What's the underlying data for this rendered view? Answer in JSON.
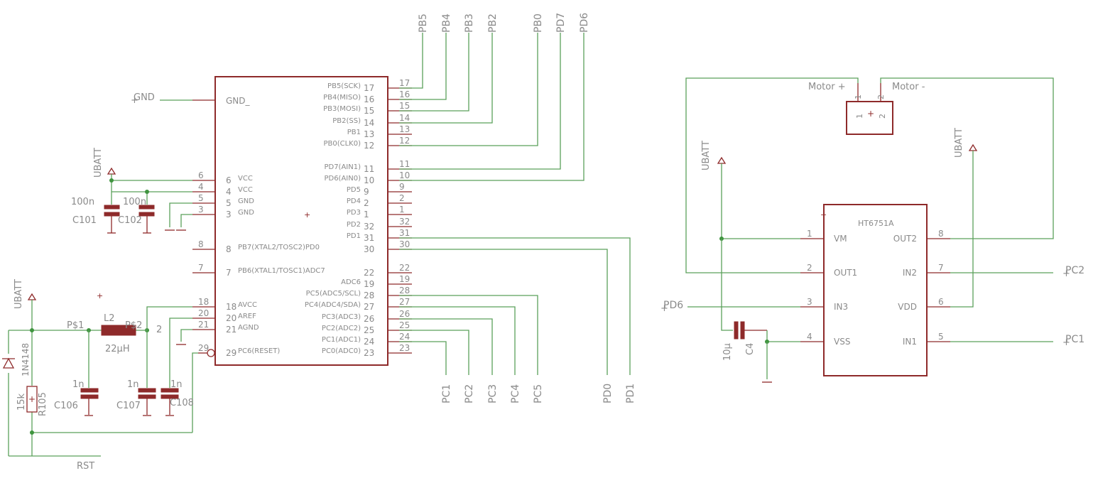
{
  "mcu": {
    "gnd_label": "GND_",
    "left_pins": [
      {
        "num": "6",
        "name": "VCC"
      },
      {
        "num": "4",
        "name": "VCC"
      },
      {
        "num": "5",
        "name": "GND"
      },
      {
        "num": "3",
        "name": "GND"
      },
      {
        "num": "8",
        "name": "PB7(XTAL2/TOSC2)PD0"
      },
      {
        "num": "7",
        "name": "PB6(XTAL1/TOSC1)ADC7"
      },
      {
        "num": "18",
        "name": "AVCC"
      },
      {
        "num": "20",
        "name": "AREF"
      },
      {
        "num": "21",
        "name": "AGND"
      },
      {
        "num": "29",
        "name": "PC6(RESET)"
      }
    ],
    "right_pins": [
      {
        "num": "17",
        "name": "PB5(SCK)"
      },
      {
        "num": "16",
        "name": "PB4(MISO)"
      },
      {
        "num": "15",
        "name": "PB3(MOSI)"
      },
      {
        "num": "14",
        "name": "PB2(SS)"
      },
      {
        "num": "13",
        "name": "PB1"
      },
      {
        "num": "12",
        "name": "PB0(CLK0)"
      },
      {
        "num": "11",
        "name": "PD7(AIN1)"
      },
      {
        "num": "10",
        "name": "PD6(AIN0)"
      },
      {
        "num": "9",
        "name": "PD5"
      },
      {
        "num": "2",
        "name": "PD4"
      },
      {
        "num": "1",
        "name": "PD3"
      },
      {
        "num": "32",
        "name": "PD2"
      },
      {
        "num": "31",
        "name": "PD1"
      },
      {
        "num": "30",
        "name": ""
      },
      {
        "num": "22",
        "name": ""
      },
      {
        "num": "19",
        "name": "ADC6"
      },
      {
        "num": "28",
        "name": "PC5(ADC5/SCL)"
      },
      {
        "num": "27",
        "name": "PC4(ADC4/SDA)"
      },
      {
        "num": "26",
        "name": "PC3(ADC3)"
      },
      {
        "num": "25",
        "name": "PC2(ADC2)"
      },
      {
        "num": "24",
        "name": "PC1(ADC1)"
      },
      {
        "num": "23",
        "name": "PC0(ADC0)"
      }
    ]
  },
  "nets": {
    "top": [
      "PB5",
      "PB4",
      "PB3",
      "PB2",
      "PB0",
      "PD7",
      "PD6"
    ],
    "bottom": [
      "PC1",
      "PC2",
      "PC3",
      "PC4",
      "PC5",
      "PD0",
      "PD1"
    ],
    "gnd": "GND",
    "rst": "RST",
    "ubatt": "UBATT",
    "pd6": "PD6",
    "pc2": "PC2",
    "pc1": "PC1",
    "motor_plus": "Motor +",
    "motor_minus": "Motor -"
  },
  "components": {
    "c101": {
      "name": "C101",
      "value": "100n"
    },
    "c102": {
      "name": "C102",
      "value": "100n"
    },
    "c106": {
      "name": "C106",
      "value": "1n"
    },
    "c107": {
      "name": "C107",
      "value": "1n"
    },
    "c108": {
      "name": "C108",
      "value": "1n"
    },
    "l2": {
      "name": "L2",
      "value": "22µH",
      "pad1": "P$1",
      "pad2": "P$2",
      "pin2": "2"
    },
    "r105": {
      "name": "R105",
      "value": "15k"
    },
    "d1": {
      "name": "1N4148"
    },
    "c4": {
      "name": "C4",
      "value": "10µ"
    },
    "motor_conn": {
      "pin1": "1",
      "pin2": "2",
      "plus": "+"
    }
  },
  "driver": {
    "name": "HT6751A",
    "left_pins": [
      {
        "num": "1",
        "name": "VM"
      },
      {
        "num": "2",
        "name": "OUT1"
      },
      {
        "num": "3",
        "name": "IN3"
      },
      {
        "num": "4",
        "name": "VSS"
      }
    ],
    "right_pins": [
      {
        "num": "8",
        "name": "OUT2"
      },
      {
        "num": "7",
        "name": "IN2"
      },
      {
        "num": "6",
        "name": "VDD"
      },
      {
        "num": "5",
        "name": "IN1"
      }
    ]
  }
}
